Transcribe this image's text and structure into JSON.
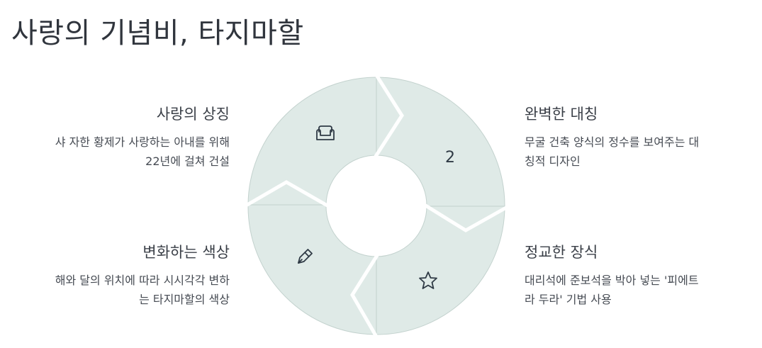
{
  "title": "사랑의 기념비, 타지마할",
  "diagram": {
    "center_number": "2",
    "icons": [
      "sofa-icon",
      "pen-icon",
      "star-icon"
    ]
  },
  "blocks": {
    "top_left": {
      "heading": "사랑의 상징",
      "desc_line1": "샤 자한 황제가 사랑하는 아내를 위해",
      "desc_line2": "22년에 걸쳐 건설"
    },
    "bottom_left": {
      "heading": "변화하는 색상",
      "desc_line1": "해와 달의 위치에 따라 시시각각 변하",
      "desc_line2": "는 타지마할의 색상"
    },
    "top_right": {
      "heading": "완벽한 대칭",
      "desc_line1": "무굴 건축 양식의 정수를 보여주는 대",
      "desc_line2": "칭적 디자인"
    },
    "bottom_right": {
      "heading": "정교한 장식",
      "desc_line1": "대리석에 준보석을 박아 넣는 '피에트",
      "desc_line2": "라 두라' 기법 사용"
    }
  },
  "colors": {
    "segment_fill": "#dfeae7",
    "segment_stroke": "#c3d2ce",
    "text": "#3b4048"
  }
}
